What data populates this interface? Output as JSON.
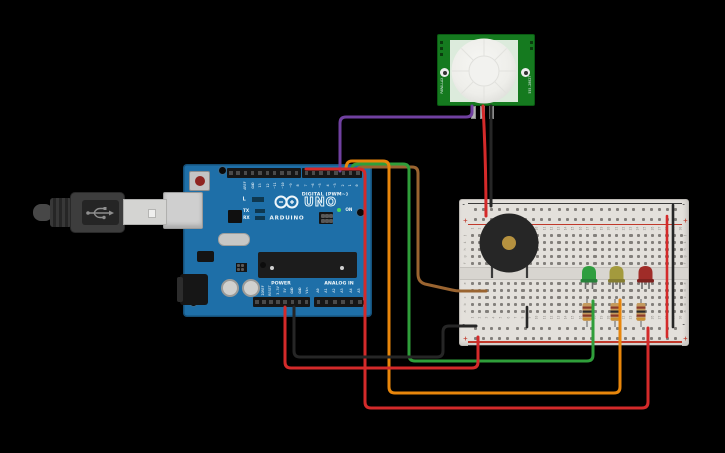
{
  "canvas": {
    "background": "#000000"
  },
  "arduino": {
    "board_color": "#1e6fa8",
    "label_digital": "DIGITAL (PWM~)",
    "label_power": "POWER",
    "label_analog": "ANALOG IN",
    "label_uno": "UNO",
    "label_brand": "ARDUINO",
    "label_on": "ON",
    "label_l": "L",
    "label_tx": "TX",
    "label_rx": "RX",
    "digital_left_pins": [
      "AREF",
      "GND",
      "13",
      "12",
      "~11",
      "~10",
      "~9",
      "8"
    ],
    "digital_right_pins": [
      "7",
      "~6",
      "~5",
      "4",
      "~3",
      "2",
      "1",
      "0"
    ],
    "power_pins": [
      "IOREF",
      "RESET",
      "3.3V",
      "5V",
      "GND",
      "GND",
      "Vin"
    ],
    "analog_pins": [
      "A0",
      "A1",
      "A2",
      "A3",
      "A4",
      "A5"
    ]
  },
  "pir": {
    "board_color": "#157a1f",
    "left_text": "PARALLAX",
    "right_text": "555-28027"
  },
  "breadboard": {
    "row_letters_top": [
      "j",
      "i",
      "h",
      "g",
      "f"
    ],
    "row_letters_bottom": [
      "e",
      "d",
      "c",
      "b",
      "a"
    ],
    "column_numbers": [
      1,
      2,
      3,
      4,
      5,
      6,
      7,
      8,
      9,
      10,
      11,
      12,
      13,
      14,
      15,
      16,
      17,
      18,
      19,
      20,
      21,
      22,
      23,
      24,
      25,
      26,
      27,
      28,
      29,
      30
    ],
    "minus_symbol": "-",
    "plus_symbol": "+",
    "rail_red": "#c0392b",
    "rail_dark": "#3a3a3a"
  },
  "components": {
    "buzzer": {
      "body": "#262626",
      "center": "#b5913f"
    },
    "leds": [
      {
        "name": "green-led",
        "body": "#2f9e3f",
        "flange": "#27813a"
      },
      {
        "name": "yellow-led",
        "body": "#a39a3d",
        "flange": "#857d31"
      },
      {
        "name": "red-led",
        "body": "#a02c28",
        "flange": "#7f211e"
      }
    ],
    "resistor": {
      "body": "#c49a5e",
      "band1": "#8b3a2a",
      "band2": "#2b2b2b",
      "band3": "#8b3a2a",
      "band4": "#c98f2d"
    }
  },
  "wires": {
    "pir_signal": {
      "color": "#7040a0"
    },
    "pir_power": {
      "color": "#d42a2a"
    },
    "pir_ground": {
      "color": "#262626"
    },
    "buzzer_signal": {
      "color": "#9a6430"
    },
    "buzzer_ground": {
      "color": "#262626"
    },
    "led_green": {
      "color": "#2f9e3a"
    },
    "led_yellow": {
      "color": "#e8860b"
    },
    "led_red": {
      "color": "#d42a2a"
    },
    "power_5v": {
      "color": "#d42a2a"
    },
    "power_gnd": {
      "color": "#262626"
    },
    "rail_jumper_plus": {
      "color": "#d42a2a"
    },
    "rail_jumper_minus": {
      "color": "#262626"
    }
  }
}
